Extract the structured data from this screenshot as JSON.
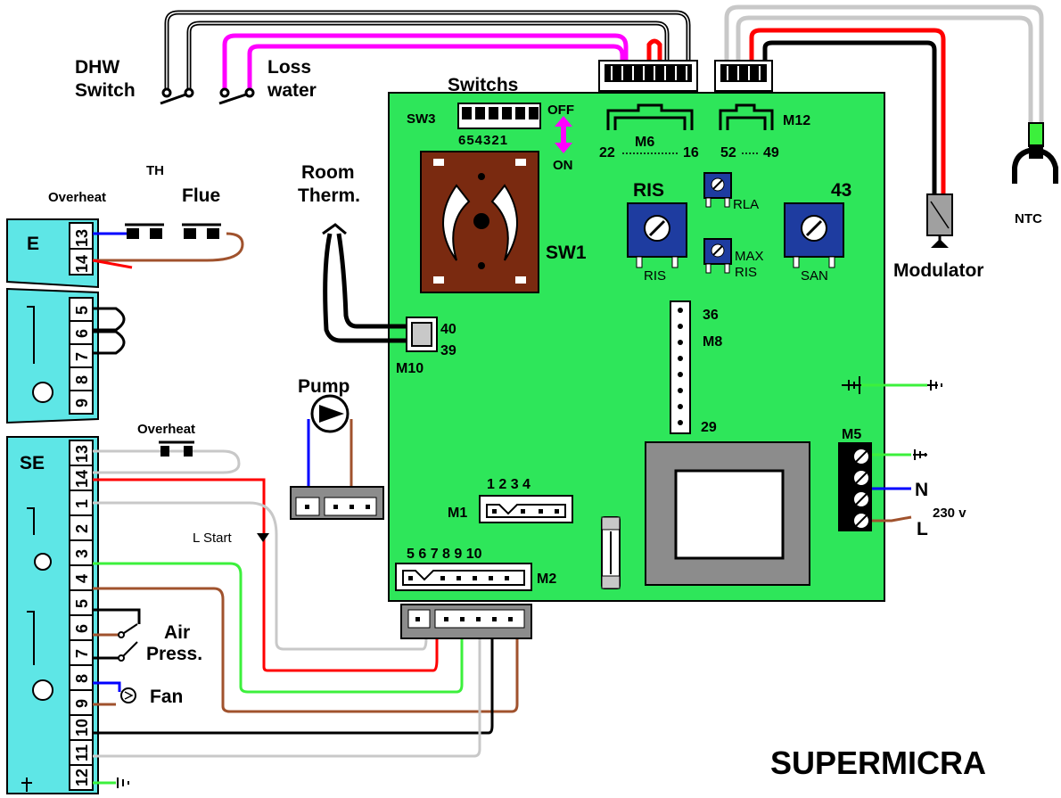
{
  "labels": {
    "dhw_switch_1": "DHW",
    "dhw_switch_2": "Switch",
    "loss_water_1": "Loss",
    "loss_water_2": "water",
    "switchs": "Switchs",
    "sw3": "SW3",
    "sw3_digits": "654321",
    "off": "OFF",
    "on": "ON",
    "m6": "M6",
    "m6_left": "22",
    "m6_right": "16",
    "m12": "M12",
    "m12_left": "52",
    "m12_right": "49",
    "th": "TH",
    "overheat_top": "Overheat",
    "flue": "Flue",
    "room_therm_1": "Room",
    "room_therm_2": "Therm.",
    "sw1": "SW1",
    "ris_top": "RIS",
    "ris_pot": "RIS",
    "rla": "RLA",
    "max": "MAX",
    "max_ris": "RIS",
    "pot43": "43",
    "san": "SAN",
    "modulator": "Modulator",
    "ntc": "NTC",
    "m8_top": "36",
    "m8": "M8",
    "m8_bottom": "29",
    "m10_top": "40",
    "m10_bottom": "39",
    "m10": "M10",
    "pump": "Pump",
    "overheat_bottom": "Overheat",
    "l_start": "L Start",
    "m5": "M5",
    "n": "N",
    "l": "L",
    "voltage": "230 v",
    "m1_pins": "1  2 3 4",
    "m1": "M1",
    "m2_pins": "5  6 7 8 9 10",
    "m2": "M2",
    "air_press_1": "Air",
    "air_press_2": "Press.",
    "fan": "Fan",
    "title": "SUPERMICRA"
  },
  "terminal_blocks": {
    "E": {
      "label": "E",
      "terminals": [
        "13",
        "14"
      ]
    },
    "middle": {
      "terminals": [
        "5",
        "6",
        "7",
        "8",
        "9"
      ]
    },
    "SE": {
      "label": "SE",
      "terminals": [
        "13",
        "14",
        "1",
        "2",
        "3",
        "4",
        "5",
        "6",
        "7",
        "8",
        "9",
        "10",
        "11",
        "12"
      ]
    }
  },
  "colors": {
    "board": "#2ee65a",
    "terminal_block": "#5ee6e6",
    "wire_red": "#ff0000",
    "wire_brown": "#a0522d",
    "wire_green": "#3cf03c",
    "wire_grey": "#c8c8c8",
    "wire_magenta": "#ff00ff",
    "wire_blue": "#0000ff",
    "wire_black": "#000000",
    "pot_blue": "#1e3ca0",
    "switch_brown": "#7a2a10"
  }
}
